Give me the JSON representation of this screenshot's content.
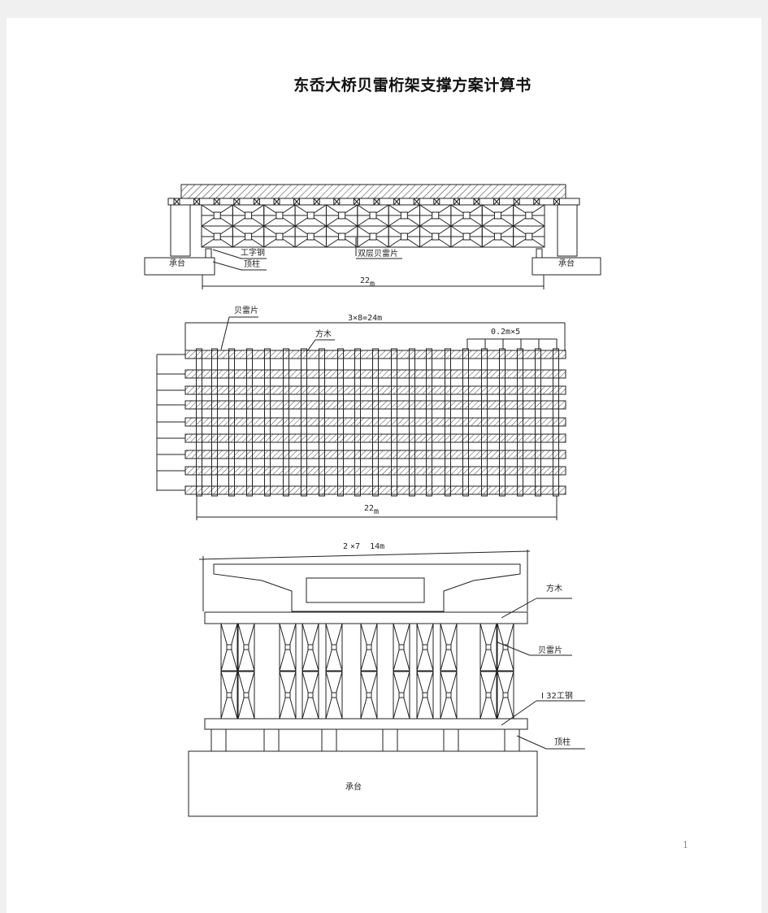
{
  "title": "东岙大桥贝雷桁架支撑方案计算书",
  "page_number": "1",
  "fig1": {
    "label_abutment_left": "承台",
    "label_abutment_right": "承台",
    "label_ibeam": "工字钢",
    "label_post": "顶柱",
    "label_double_layer": "双层贝雷片",
    "dim_span": "22",
    "dim_unit": "m"
  },
  "fig2": {
    "label_bailey": "贝雷片",
    "label_timber": "方木",
    "dim_top": "3×8=24m",
    "dim_spacing": "0.2m×5",
    "dim_span": "22",
    "dim_unit": "m"
  },
  "fig3": {
    "dim_top_prefix": "2",
    "dim_top_rest": "×7  14m",
    "label_timber": "方木",
    "label_bailey": "贝雷片",
    "label_ibeam": "I 32工钢",
    "label_post": "顶柱",
    "label_abutment": "承台"
  }
}
